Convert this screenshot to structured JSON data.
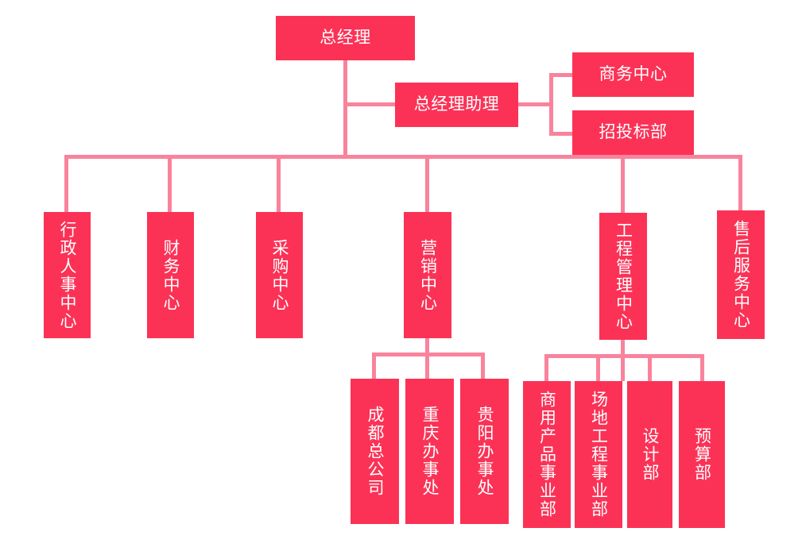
{
  "chart": {
    "title_text": "",
    "colors": {
      "node_fill": "#fb3256",
      "node_text": "#ffffff",
      "connector": "#f9839c",
      "background": "#ffffff"
    },
    "nodes": {
      "general_manager": "总经理",
      "gm_assistant": "总经理助理",
      "business_center": "商务中心",
      "bidding_department": "招投标部",
      "admin_hr_center": "行政人事中心",
      "finance_center": "财务中心",
      "procurement_center": "采购中心",
      "marketing_center": "营销中心",
      "engineering_management_center": "工程管理中心",
      "after_sales_service_center": "售后服务中心",
      "chengdu_head_company": "成都总公司",
      "chongqing_office": "重庆办事处",
      "guiyang_office": "贵阳办事处",
      "commercial_product_division": "商用产品事业部",
      "site_engineering_division": "场地工程事业部",
      "design_department": "设计部",
      "budget_department": "预算部"
    }
  }
}
